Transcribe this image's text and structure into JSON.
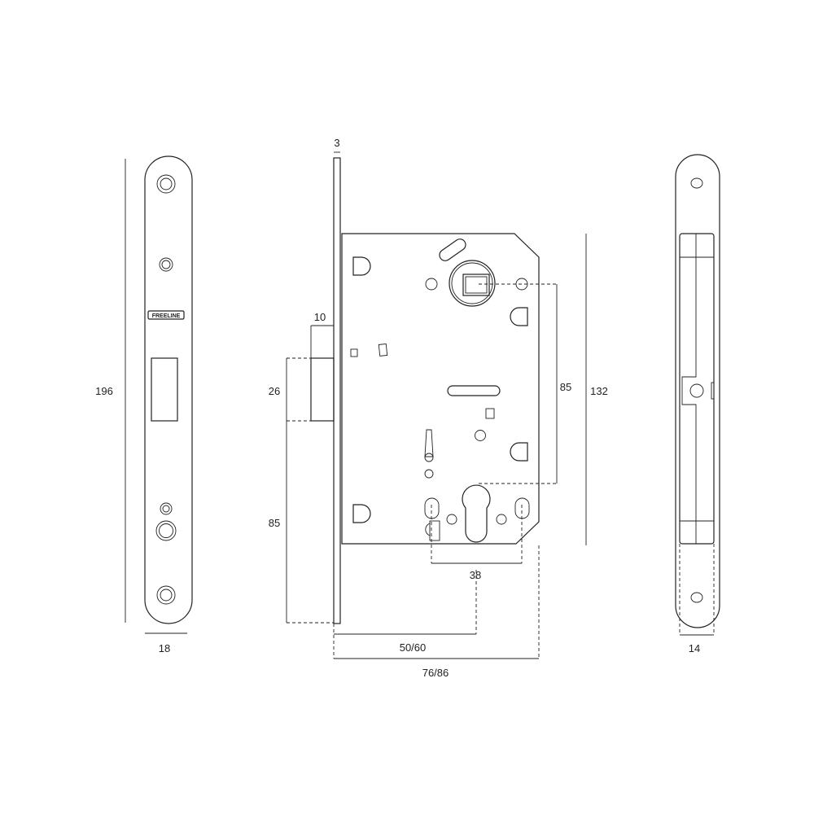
{
  "title": "Mortise lock technical drawing",
  "brand_label": "FREELINE",
  "dimensions": {
    "faceplate_height": "196",
    "faceplate_width": "18",
    "faceplate_thickness": "3",
    "bolt_projection": "10",
    "bolt_height": "26",
    "bolt_to_bottom": "85",
    "spindle_to_cylinder": "85",
    "body_height": "132",
    "cylinder_holes": "38",
    "backset": "50/60",
    "body_depth": "76/86",
    "side_width": "14"
  }
}
